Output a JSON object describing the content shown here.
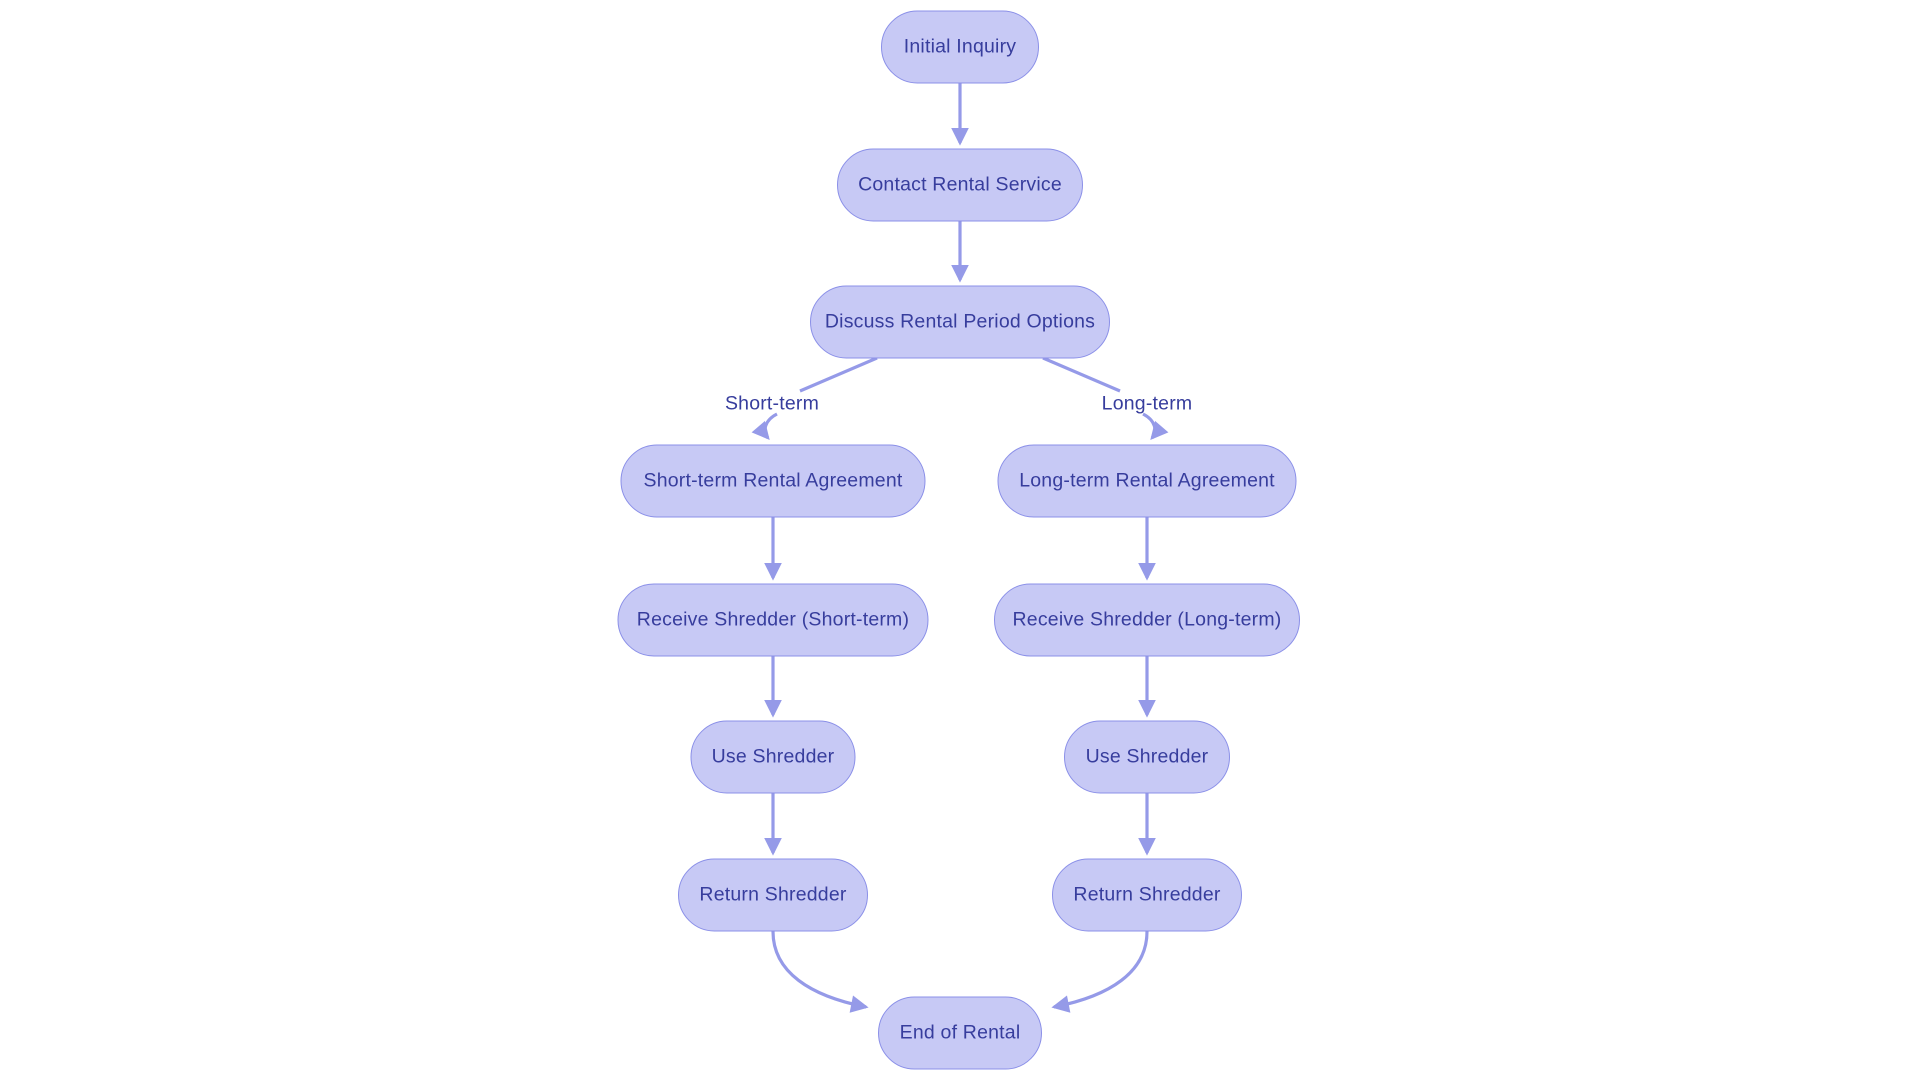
{
  "diagram": {
    "type": "flowchart",
    "colors": {
      "background": "#ffffff",
      "node_fill": "#c7c9f5",
      "node_border": "#8b90e8",
      "node_text": "#373d9d",
      "edge": "#959ae8",
      "edge_label_text": "#373d9d"
    },
    "nodes": {
      "initial_inquiry": {
        "label": "Initial Inquiry"
      },
      "contact_rental_service": {
        "label": "Contact Rental Service"
      },
      "discuss_rental_period_options": {
        "label": "Discuss Rental Period Options"
      },
      "short_term_rental_agreement": {
        "label": "Short-term Rental Agreement"
      },
      "long_term_rental_agreement": {
        "label": "Long-term Rental Agreement"
      },
      "receive_shredder_short_term": {
        "label": "Receive Shredder (Short-term)"
      },
      "receive_shredder_long_term": {
        "label": "Receive Shredder (Long-term)"
      },
      "use_shredder_short": {
        "label": "Use Shredder"
      },
      "use_shredder_long": {
        "label": "Use Shredder"
      },
      "return_shredder_short": {
        "label": "Return Shredder"
      },
      "return_shredder_long": {
        "label": "Return Shredder"
      },
      "end_of_rental": {
        "label": "End of Rental"
      }
    },
    "edge_labels": {
      "short_term": "Short-term",
      "long_term": "Long-term"
    },
    "edges": [
      {
        "from": "initial_inquiry",
        "to": "contact_rental_service",
        "label": ""
      },
      {
        "from": "contact_rental_service",
        "to": "discuss_rental_period_options",
        "label": ""
      },
      {
        "from": "discuss_rental_period_options",
        "to": "short_term_rental_agreement",
        "label": "Short-term"
      },
      {
        "from": "discuss_rental_period_options",
        "to": "long_term_rental_agreement",
        "label": "Long-term"
      },
      {
        "from": "short_term_rental_agreement",
        "to": "receive_shredder_short_term",
        "label": ""
      },
      {
        "from": "receive_shredder_short_term",
        "to": "use_shredder_short",
        "label": ""
      },
      {
        "from": "use_shredder_short",
        "to": "return_shredder_short",
        "label": ""
      },
      {
        "from": "return_shredder_short",
        "to": "end_of_rental",
        "label": ""
      },
      {
        "from": "long_term_rental_agreement",
        "to": "receive_shredder_long_term",
        "label": ""
      },
      {
        "from": "receive_shredder_long_term",
        "to": "use_shredder_long",
        "label": ""
      },
      {
        "from": "use_shredder_long",
        "to": "return_shredder_long",
        "label": ""
      },
      {
        "from": "return_shredder_long",
        "to": "end_of_rental",
        "label": ""
      }
    ]
  }
}
